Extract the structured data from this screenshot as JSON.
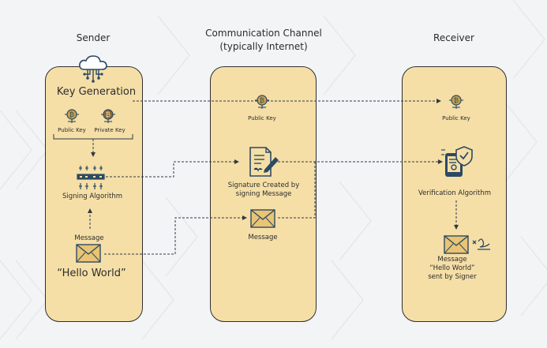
{
  "columns": {
    "sender": "Sender",
    "channel_line1": "Communication Channel",
    "channel_line2": "(typically Internet)",
    "receiver": "Receiver"
  },
  "sender": {
    "key_generation": "Key Generation",
    "public_key": "Public Key",
    "private_key": "Private Key",
    "signing_algorithm": "Signing Algorithm",
    "message": "Message",
    "hello_world": "“Hello World”"
  },
  "channel": {
    "public_key": "Public Key",
    "signature_line1": "Signature Created by",
    "signature_line2": "signing  Message",
    "message": "Message"
  },
  "receiver": {
    "public_key": "Public Key",
    "verification_algorithm": "Verification Algorithm",
    "result_line1": "Message",
    "result_line2": "“Hello World”",
    "result_line3": "sent by Signer"
  },
  "colors": {
    "panel_fill": "#f5dfa7",
    "icon_blue": "#2c4a63",
    "icon_gold": "#c9a04a",
    "envelope": "#e8c474"
  }
}
